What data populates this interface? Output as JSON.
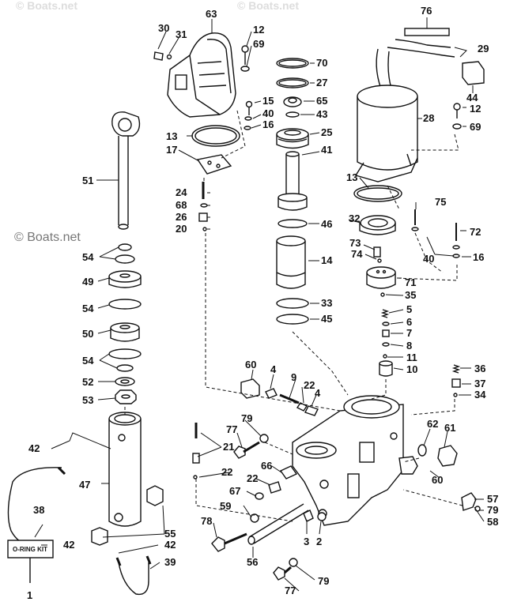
{
  "watermark": "© Boats.net",
  "kit_label": "O-RING KIT",
  "callouts": [
    {
      "id": "c76",
      "text": "76"
    },
    {
      "id": "c63",
      "text": "63"
    },
    {
      "id": "c30",
      "text": "30"
    },
    {
      "id": "c31",
      "text": "31"
    },
    {
      "id": "c12a",
      "text": "12"
    },
    {
      "id": "c69a",
      "text": "69"
    },
    {
      "id": "c70",
      "text": "70"
    },
    {
      "id": "c27",
      "text": "27"
    },
    {
      "id": "c29",
      "text": "29"
    },
    {
      "id": "c44",
      "text": "44"
    },
    {
      "id": "c15",
      "text": "15"
    },
    {
      "id": "c40a",
      "text": "40"
    },
    {
      "id": "c16a",
      "text": "16"
    },
    {
      "id": "c65",
      "text": "65"
    },
    {
      "id": "c43",
      "text": "43"
    },
    {
      "id": "c12b",
      "text": "12"
    },
    {
      "id": "c28",
      "text": "28"
    },
    {
      "id": "c69b",
      "text": "69"
    },
    {
      "id": "c13a",
      "text": "13"
    },
    {
      "id": "c25",
      "text": "25"
    },
    {
      "id": "c17",
      "text": "17"
    },
    {
      "id": "c41",
      "text": "41"
    },
    {
      "id": "c51",
      "text": "51"
    },
    {
      "id": "c13b",
      "text": "13"
    },
    {
      "id": "c24",
      "text": "24"
    },
    {
      "id": "c68",
      "text": "68"
    },
    {
      "id": "c26",
      "text": "26"
    },
    {
      "id": "c20",
      "text": "20"
    },
    {
      "id": "c75",
      "text": "75"
    },
    {
      "id": "c32",
      "text": "32"
    },
    {
      "id": "c46",
      "text": "46"
    },
    {
      "id": "c72",
      "text": "72"
    },
    {
      "id": "c54a",
      "text": "54"
    },
    {
      "id": "c73",
      "text": "73"
    },
    {
      "id": "c74",
      "text": "74"
    },
    {
      "id": "c40b",
      "text": "40"
    },
    {
      "id": "c16b",
      "text": "16"
    },
    {
      "id": "c14",
      "text": "14"
    },
    {
      "id": "c49",
      "text": "49"
    },
    {
      "id": "c71",
      "text": "71"
    },
    {
      "id": "c35",
      "text": "35"
    },
    {
      "id": "c54b",
      "text": "54"
    },
    {
      "id": "c33",
      "text": "33"
    },
    {
      "id": "c5",
      "text": "5"
    },
    {
      "id": "c6",
      "text": "6"
    },
    {
      "id": "c45",
      "text": "45"
    },
    {
      "id": "c50",
      "text": "50"
    },
    {
      "id": "c7",
      "text": "7"
    },
    {
      "id": "c8",
      "text": "8"
    },
    {
      "id": "c54c",
      "text": "54"
    },
    {
      "id": "c11",
      "text": "11"
    },
    {
      "id": "c60a",
      "text": "60"
    },
    {
      "id": "c4a",
      "text": "4"
    },
    {
      "id": "c36",
      "text": "36"
    },
    {
      "id": "c10",
      "text": "10"
    },
    {
      "id": "c52",
      "text": "52"
    },
    {
      "id": "c9",
      "text": "9"
    },
    {
      "id": "c22a",
      "text": "22"
    },
    {
      "id": "c37",
      "text": "37"
    },
    {
      "id": "c53",
      "text": "53"
    },
    {
      "id": "c4b",
      "text": "4"
    },
    {
      "id": "c34",
      "text": "34"
    },
    {
      "id": "c79a",
      "text": "79"
    },
    {
      "id": "c62",
      "text": "62"
    },
    {
      "id": "c61",
      "text": "61"
    },
    {
      "id": "c77a",
      "text": "77"
    },
    {
      "id": "c42a",
      "text": "42"
    },
    {
      "id": "c21",
      "text": "21"
    },
    {
      "id": "c47",
      "text": "47"
    },
    {
      "id": "c22b",
      "text": "22"
    },
    {
      "id": "c66",
      "text": "66"
    },
    {
      "id": "c60b",
      "text": "60"
    },
    {
      "id": "c67",
      "text": "67"
    },
    {
      "id": "c22c",
      "text": "22"
    },
    {
      "id": "c57",
      "text": "57"
    },
    {
      "id": "c38",
      "text": "38"
    },
    {
      "id": "c59",
      "text": "59"
    },
    {
      "id": "c79b",
      "text": "79"
    },
    {
      "id": "c58",
      "text": "58"
    },
    {
      "id": "c78",
      "text": "78"
    },
    {
      "id": "c3",
      "text": "3"
    },
    {
      "id": "c2",
      "text": "2"
    },
    {
      "id": "c42b",
      "text": "42"
    },
    {
      "id": "c55",
      "text": "55"
    },
    {
      "id": "c42c",
      "text": "42"
    },
    {
      "id": "c56",
      "text": "56"
    },
    {
      "id": "c39",
      "text": "39"
    },
    {
      "id": "c79c",
      "text": "79"
    },
    {
      "id": "c77b",
      "text": "77"
    },
    {
      "id": "c1",
      "text": "1"
    }
  ]
}
